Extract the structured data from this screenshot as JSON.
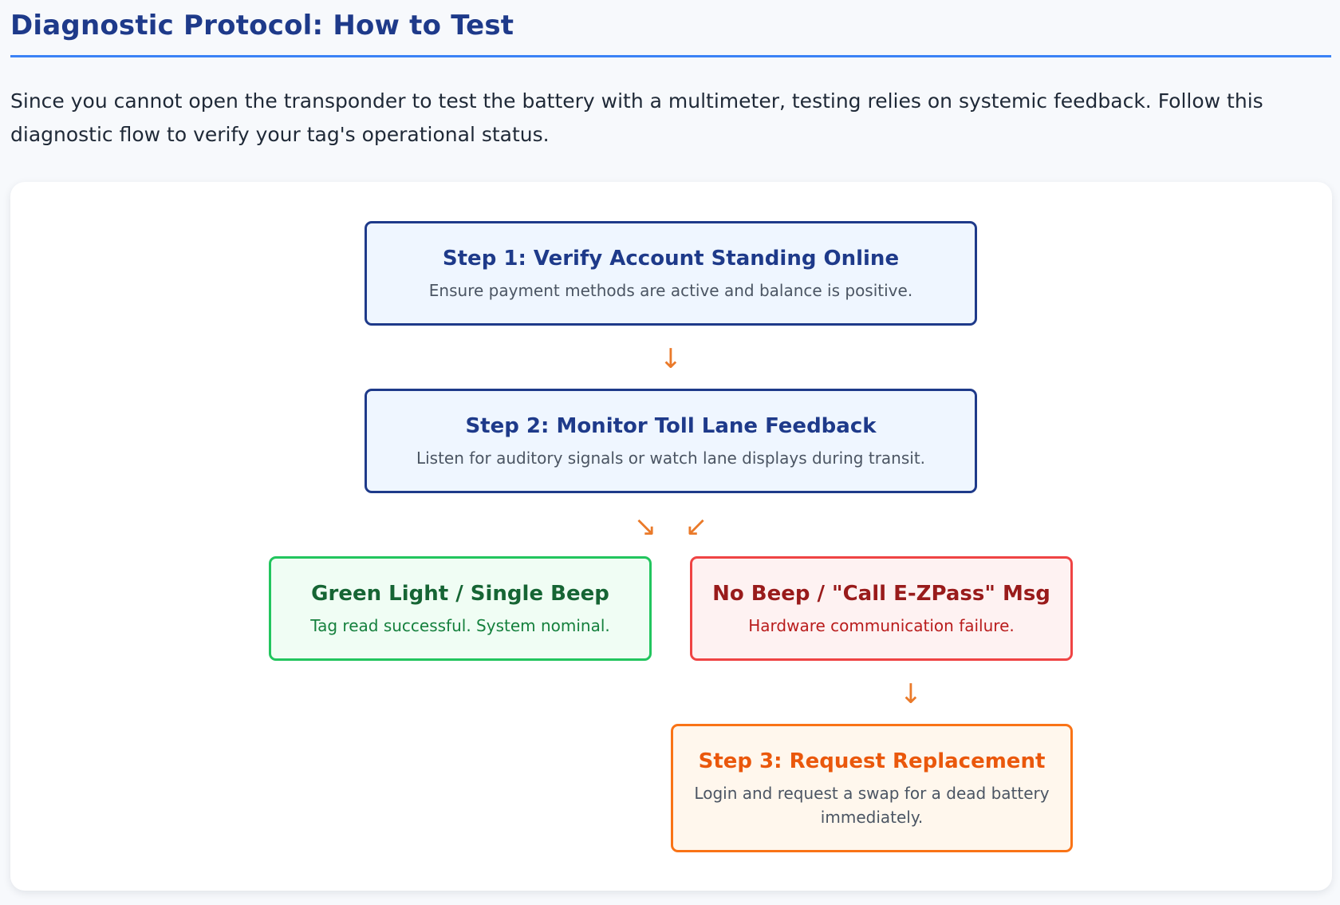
{
  "page": {
    "title": "Diagnostic Protocol: How to Test",
    "intro": "Since you cannot open the transponder to test the battery with a multimeter, testing relies on systemic feedback. Follow this diagnostic flow to verify your tag's operational status."
  },
  "flow": {
    "step1": {
      "title": "Step 1: Verify Account Standing Online",
      "desc": "Ensure payment methods are active and balance is positive."
    },
    "step2": {
      "title": "Step 2: Monitor Toll Lane Feedback",
      "desc": "Listen for auditory signals or watch lane displays during transit."
    },
    "success": {
      "title": "Green Light / Single Beep",
      "desc": "Tag read successful. System nominal."
    },
    "failure": {
      "title": "No Beep / \"Call E-ZPass\" Msg",
      "desc": "Hardware communication failure."
    },
    "step3": {
      "title": "Step 3: Request Replacement",
      "desc": "Login and request a swap for a dead battery immediately."
    },
    "arrows": {
      "down": "↓",
      "down_right": "↘",
      "down_left": "↙"
    }
  },
  "colors": {
    "heading": "#1e3a8a",
    "rule": "#3b82f6",
    "arrow": "#ea7a2a",
    "success_border": "#22c55e",
    "failure_border": "#ef4444",
    "action_border": "#f97316"
  }
}
